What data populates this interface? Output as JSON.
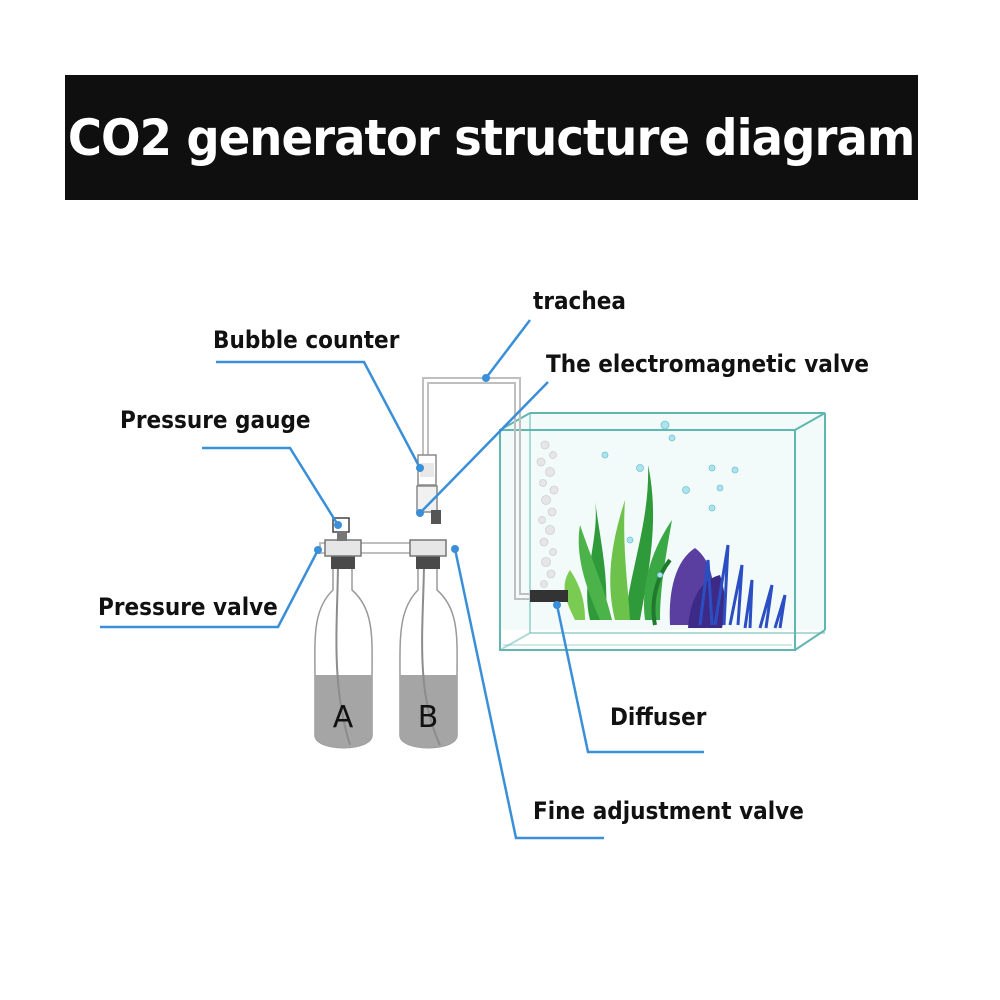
{
  "title": "CO2 generator structure diagram",
  "labels": {
    "trachea": "trachea",
    "bubble_counter": "Bubble counter",
    "electromagnetic_valve": "The electromagnetic valve",
    "pressure_gauge": "Pressure gauge",
    "pressure_valve": "Pressure valve",
    "diffuser": "Diffuser",
    "fine_adjustment_valve": "Fine adjustment valve"
  },
  "bottles": {
    "a": "A",
    "b": "B"
  },
  "colors": {
    "title_bg": "#0f0f0f",
    "leader_line": "#3a8fd8",
    "tank_glass": "#5fb7b0",
    "liquid": "#9a9a9a",
    "plant_green": "#2e9a3a",
    "plant_purple": "#5a3fa0"
  }
}
